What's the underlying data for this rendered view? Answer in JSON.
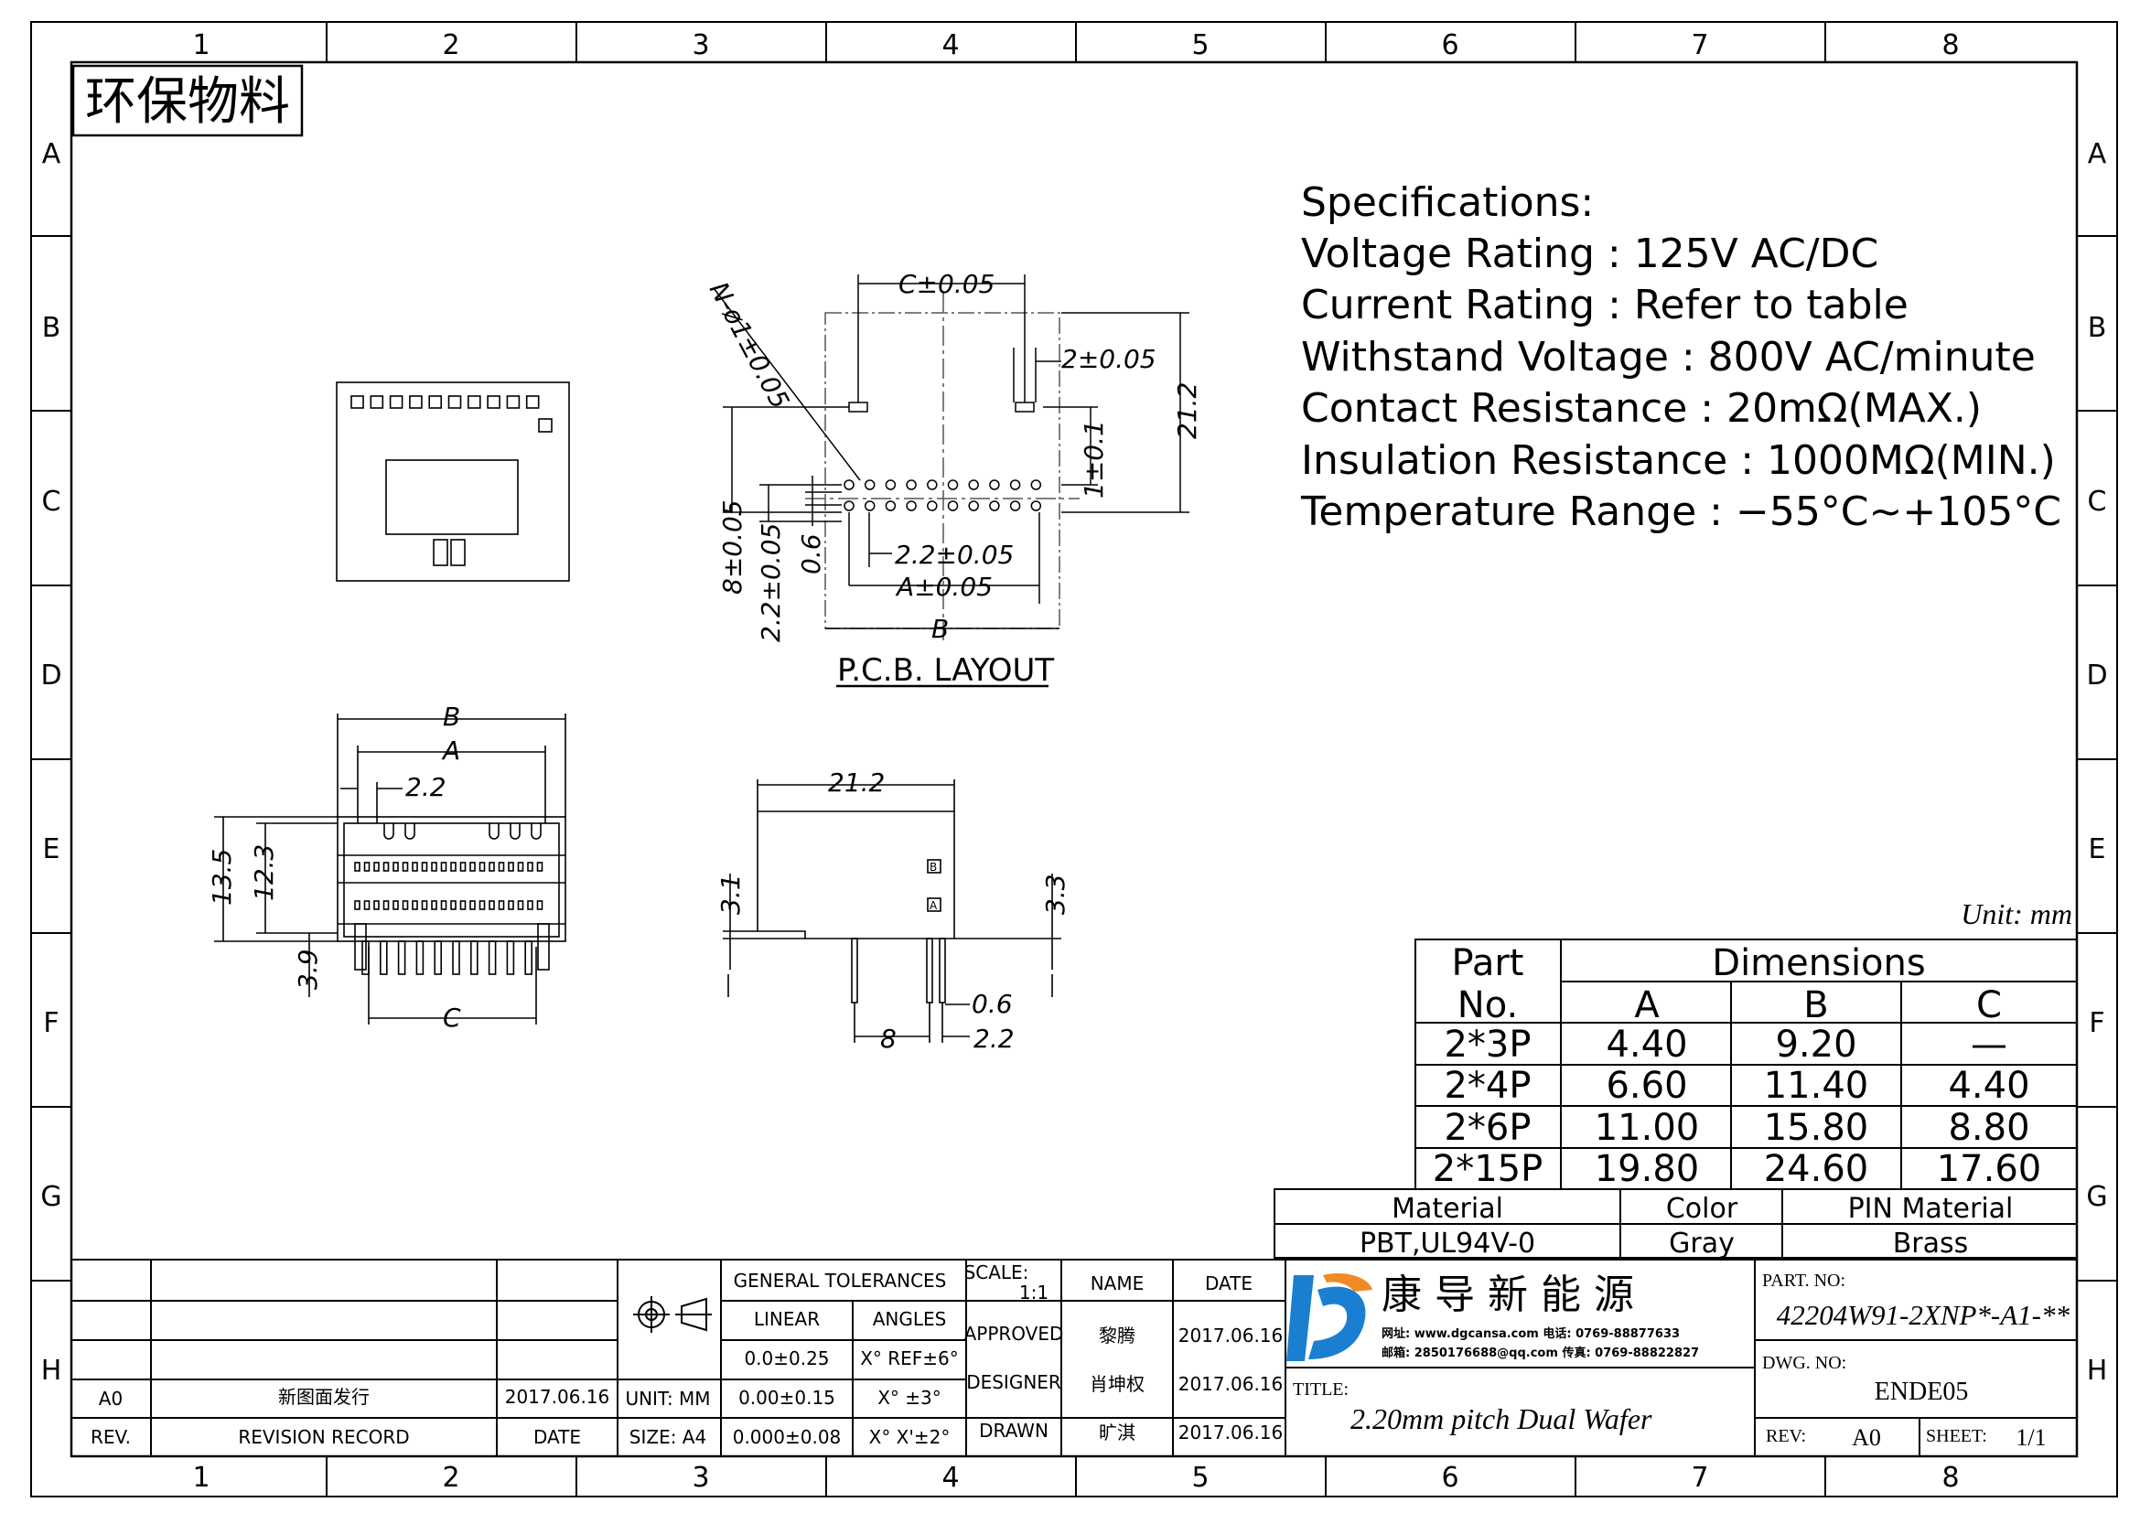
{
  "grid": {
    "columns": [
      "1",
      "2",
      "3",
      "4",
      "5",
      "6",
      "7",
      "8"
    ],
    "rows": [
      "A",
      "B",
      "C",
      "D",
      "E",
      "F",
      "G",
      "H"
    ]
  },
  "stamp": "环保物料",
  "specifications": {
    "title": "Specifications:",
    "lines": [
      "Voltage  Rating  :  125V  AC/DC",
      "Current  Rating  :  Refer  to  table",
      "Withstand  Voltage  :  800V  AC/minute",
      "Contact  Resistance  :  20mΩ(MAX.)",
      "Insulation  Resistance  :  1000MΩ(MIN.)",
      "Temperature  Range  :  −55°C~+105°C"
    ]
  },
  "pcb_layout": {
    "caption": "P.C.B.  LAYOUT",
    "dims": {
      "c": "C±0.05",
      "hole": "N-ø1±0.05",
      "two": "2±0.05",
      "h212": "21.2",
      "one": "1±0.1",
      "eight": "8±0.05",
      "twotwo_v": "2.2±0.05",
      "zerosix": "0.6",
      "twotwo_h": "2.2±0.05",
      "a": "A±0.05",
      "b": "B"
    }
  },
  "front_view": {
    "dims": {
      "b": "B",
      "a": "A",
      "pitch": "2.2",
      "h135": "13.5",
      "h123": "12.3",
      "h39": "3.9",
      "c": "C"
    }
  },
  "side_view": {
    "dims": {
      "w": "21.2",
      "h31": "3.1",
      "h33": "3.3",
      "d06": "0.6",
      "d8": "8",
      "d22": "2.2"
    },
    "marks": {
      "b": "B",
      "a": "A"
    }
  },
  "unit_label": "Unit: mm",
  "dimension_table": {
    "part_header": [
      "Part",
      "No."
    ],
    "dims_header": "Dimensions",
    "columns": [
      "A",
      "B",
      "C"
    ],
    "rows": [
      {
        "part": "2*3P",
        "a": "4.40",
        "b": "9.20",
        "c": "—"
      },
      {
        "part": "2*4P",
        "a": "6.60",
        "b": "11.40",
        "c": "4.40"
      },
      {
        "part": "2*6P",
        "a": "11.00",
        "b": "15.80",
        "c": "8.80"
      },
      {
        "part": "2*15P",
        "a": "19.80",
        "b": "24.60",
        "c": "17.60"
      }
    ]
  },
  "material_table": {
    "headers": [
      "Material",
      "Color",
      "PIN  Material"
    ],
    "values": [
      "PBT,UL94V-0",
      "Gray",
      "Brass"
    ]
  },
  "title_block": {
    "revision": {
      "rev": "A0",
      "record": "新图面发行",
      "date": "2017.06.16"
    },
    "revision_headers": {
      "rev": "REV.",
      "record": "REVISION RECORD",
      "date": "DATE"
    },
    "unit": "UNIT:  MM",
    "size": "SIZE:  A4",
    "tolerances": {
      "header": "GENERAL  TOLERANCES",
      "linear": "LINEAR",
      "angles": "ANGLES",
      "lin": [
        "0.0±0.25",
        "0.00±0.15",
        "0.000±0.08"
      ],
      "ang": [
        "X°  REF±6°",
        "X°  ±3°",
        "X°  X'±2°"
      ]
    },
    "scale_label": "SCALE:",
    "scale_value": "1:1",
    "name_header": "NAME",
    "date_header": "DATE",
    "roles": [
      {
        "role": "APPROVED",
        "name": "黎腾",
        "date": "2017.06.16"
      },
      {
        "role": "DESIGNER",
        "name": "肖坤权",
        "date": "2017.06.16"
      },
      {
        "role": "DRAWN",
        "name": "旷淇",
        "date": "2017.06.16"
      }
    ],
    "company": {
      "name": "康  导  新  能  源",
      "contact_1": "网址: www.dgcansa.com    电话: 0769-88877633",
      "contact_2": "邮箱: 2850176688@qq.com  传真: 0769-88822827"
    },
    "title_label": "TITLE:",
    "title": "2.20mm  pitch  Dual  Wafer",
    "part_no_label": "PART. NO:",
    "part_no": "42204W91-2XNP*-A1-**",
    "dwg_no_label": "DWG. NO:",
    "dwg_no": "ENDE05",
    "rev_label": "REV:",
    "rev": "A0",
    "sheet_label": "SHEET:",
    "sheet": "1/1"
  }
}
